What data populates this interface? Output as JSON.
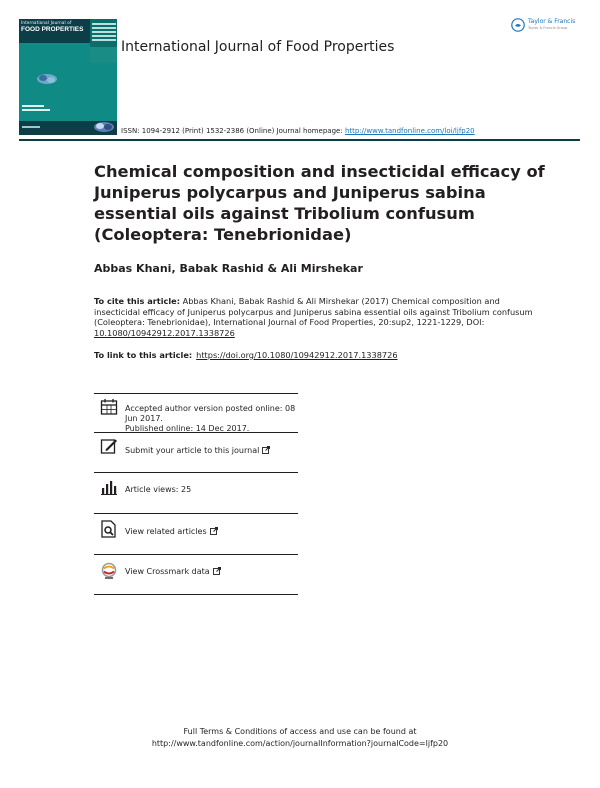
{
  "cover": {
    "journal_small": "International Journal of",
    "journal_large": "FOOD PROPERTIES"
  },
  "header": {
    "journal_title": "International Journal of Food Properties",
    "publisher_name": "Taylor & Francis",
    "publisher_sub": "Taylor & Francis Group",
    "issn_text": "ISSN: 1094-2912 (Print) 1532-2386 (Online) Journal homepage: ",
    "homepage_url": "http://www.tandfonline.com/loi/ljfp20"
  },
  "article": {
    "title": "Chemical composition and insecticidal efficacy of Juniperus polycarpus and Juniperus sabina essential oils against Tribolium confusum (Coleoptera: Tenebrionidae)",
    "authors": "Abbas Khani, Babak Rashid & Ali Mirshekar"
  },
  "citation": {
    "label": "To cite this article:",
    "text": " Abbas Khani, Babak Rashid & Ali Mirshekar (2017) Chemical composition and insecticidal efficacy of Juniperus polycarpus and Juniperus sabina essential oils against Tribolium confusum (Coleoptera: Tenebrionidae), International Journal of Food Properties, 20:sup2, 1221-1229, DOI: ",
    "doi": "10.1080/10942912.2017.1338726",
    "link_label": "To link to this article:",
    "link_url": "https://doi.org/10.1080/10942912.2017.1338726"
  },
  "panel": {
    "accepted": "Accepted author version posted online: 08 Jun 2017.",
    "published": "Published online: 14 Dec 2017.",
    "submit": "Submit your article to this journal",
    "views": "Article views: 25",
    "related": "View related articles",
    "crossmark": "View Crossmark data"
  },
  "footer": {
    "line1": "Full Terms & Conditions of access and use can be found at",
    "line2": "http://www.tandfonline.com/action/journalInformation?journalCode=ljfp20"
  },
  "colors": {
    "cover_teal": "#0f8a84",
    "cover_dark": "#0c3e48",
    "link_blue": "#1b75bb"
  }
}
